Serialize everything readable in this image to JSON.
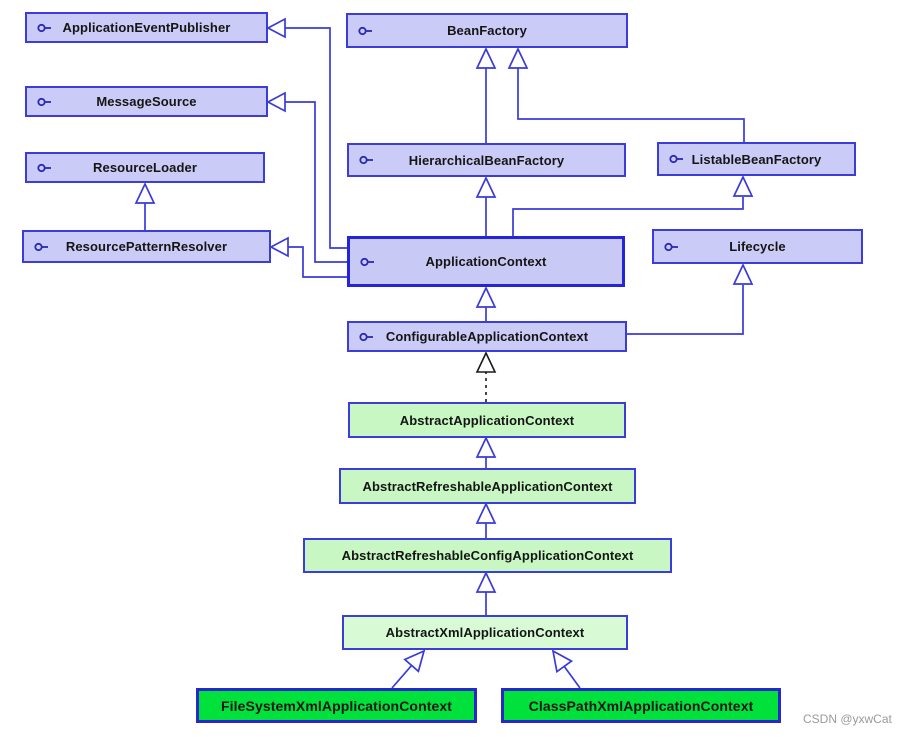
{
  "diagram": {
    "kind": "uml-class-diagram",
    "subject": "Spring ApplicationContext interface and class hierarchy",
    "watermark": "CSDN @yxwCat",
    "colors": {
      "interface_fill": "#cbcbf7",
      "interface_border": "#3c3cd9",
      "highlight_border": "#2424dd",
      "abstract_fill": "#c8f7c4",
      "concrete_fill": "#00e13c",
      "line": "#3a3ad9",
      "dashed_line": "#1a1a1a",
      "label_text": "#151515",
      "watermark_text": "#9a9a9a"
    },
    "nodes": [
      {
        "label": "ApplicationEventPublisher",
        "kind": "interface"
      },
      {
        "label": "MessageSource",
        "kind": "interface"
      },
      {
        "label": "ResourceLoader",
        "kind": "interface"
      },
      {
        "label": "ResourcePatternResolver",
        "kind": "interface"
      },
      {
        "label": "BeanFactory",
        "kind": "interface"
      },
      {
        "label": "HierarchicalBeanFactory",
        "kind": "interface"
      },
      {
        "label": "ListableBeanFactory",
        "kind": "interface"
      },
      {
        "label": "ApplicationContext",
        "kind": "interface"
      },
      {
        "label": "Lifecycle",
        "kind": "interface"
      },
      {
        "label": "ConfigurableApplicationContext",
        "kind": "interface"
      },
      {
        "label": "AbstractApplicationContext",
        "kind": "abstract-class"
      },
      {
        "label": "AbstractRefreshableApplicationContext",
        "kind": "abstract-class"
      },
      {
        "label": "AbstractRefreshableConfigApplicationContext",
        "kind": "abstract-class"
      },
      {
        "label": "AbstractXmlApplicationContext",
        "kind": "abstract-class"
      },
      {
        "label": "FileSystemXmlApplicationContext",
        "kind": "concrete-class"
      },
      {
        "label": "ClassPathXmlApplicationContext",
        "kind": "concrete-class"
      }
    ],
    "edges": [
      {
        "from": "HierarchicalBeanFactory",
        "to": "BeanFactory",
        "type": "extends"
      },
      {
        "from": "ListableBeanFactory",
        "to": "BeanFactory",
        "type": "extends"
      },
      {
        "from": "ApplicationContext",
        "to": "HierarchicalBeanFactory",
        "type": "extends"
      },
      {
        "from": "ApplicationContext",
        "to": "ListableBeanFactory",
        "type": "extends"
      },
      {
        "from": "ApplicationContext",
        "to": "ApplicationEventPublisher",
        "type": "extends"
      },
      {
        "from": "ApplicationContext",
        "to": "MessageSource",
        "type": "extends"
      },
      {
        "from": "ApplicationContext",
        "to": "ResourcePatternResolver",
        "type": "extends"
      },
      {
        "from": "ResourcePatternResolver",
        "to": "ResourceLoader",
        "type": "extends"
      },
      {
        "from": "ConfigurableApplicationContext",
        "to": "ApplicationContext",
        "type": "extends"
      },
      {
        "from": "ConfigurableApplicationContext",
        "to": "Lifecycle",
        "type": "extends"
      },
      {
        "from": "AbstractApplicationContext",
        "to": "ConfigurableApplicationContext",
        "type": "implements"
      },
      {
        "from": "AbstractRefreshableApplicationContext",
        "to": "AbstractApplicationContext",
        "type": "extends"
      },
      {
        "from": "AbstractRefreshableConfigApplicationContext",
        "to": "AbstractRefreshableApplicationContext",
        "type": "extends"
      },
      {
        "from": "AbstractXmlApplicationContext",
        "to": "AbstractRefreshableConfigApplicationContext",
        "type": "extends"
      },
      {
        "from": "FileSystemXmlApplicationContext",
        "to": "AbstractXmlApplicationContext",
        "type": "extends"
      },
      {
        "from": "ClassPathXmlApplicationContext",
        "to": "AbstractXmlApplicationContext",
        "type": "extends"
      }
    ]
  }
}
